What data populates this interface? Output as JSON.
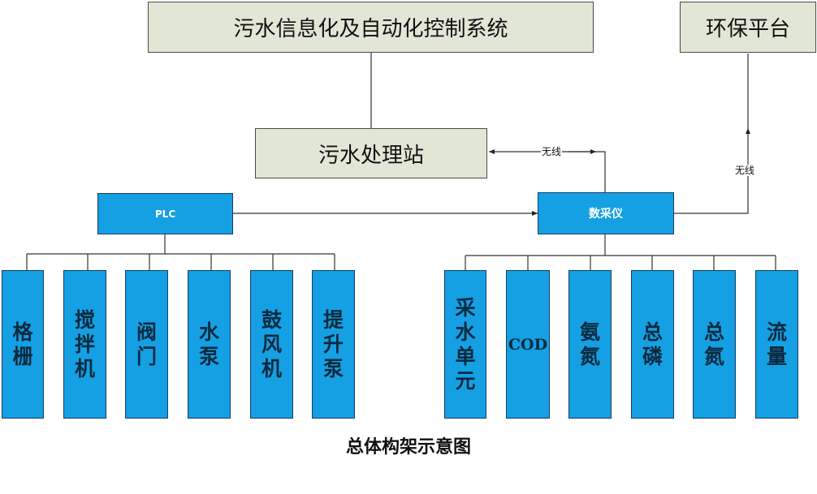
{
  "top": {
    "system": "污水信息化及自动化控制系统",
    "platform": "环保平台"
  },
  "station": "污水处理站",
  "plc": "PLC",
  "collector": "数采仪",
  "links": {
    "wireless_station": "无线",
    "wireless_platform": "无线"
  },
  "plc_devices": [
    "格栅",
    "搅拌机",
    "阀门",
    "水泵",
    "鼓风机",
    "提升泵"
  ],
  "sensors": [
    "采水单元",
    "COD",
    "氨氮",
    "总磷",
    "总氮",
    "流量"
  ],
  "caption": "总体构架示意图",
  "colors": {
    "gray_box": "#e2e6d5",
    "blue_box": "#14a0e3",
    "line": "#333333"
  }
}
